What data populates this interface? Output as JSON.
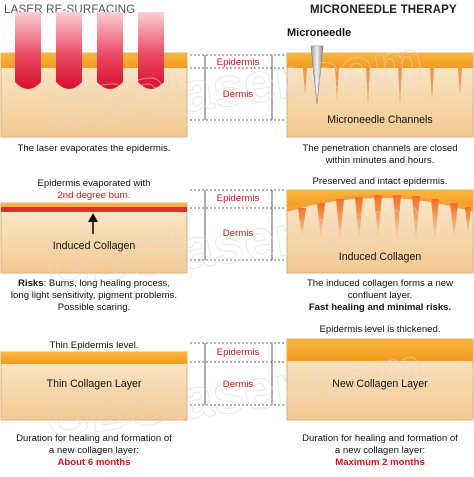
{
  "headers": {
    "left": "LASER RE-SURFACING",
    "right": "MICRONEEDLE THERAPY"
  },
  "layer_labels": {
    "epidermis": "Epidermis",
    "dermis": "Dermis"
  },
  "row1": {
    "left_caption": "The laser evaporates the epidermis.",
    "right_tool_label": "Microneedle",
    "right_panel_label": "Microneedle Channels",
    "right_caption_1": "The penetration channels are closed",
    "right_caption_2": "within minutes and hours."
  },
  "row2": {
    "left_top_1": "Epidermis evaporated with",
    "left_top_2": "2nd degree burn.",
    "left_panel_label": "Induced Collagen",
    "right_top": "Preserved and intact epidermis.",
    "right_panel_label": "Induced Collagen",
    "left_risk_lead": "Risks",
    "left_risk_1": ": Burns, long healing process,",
    "left_risk_2": "long light sensitivity, pigment problems.",
    "left_risk_3": "Possible scaring.",
    "right_caption_1": "The induced collagen forms a new",
    "right_caption_2": "confluent layer.",
    "right_caption_3": "Fast healing and minimal risks."
  },
  "row3": {
    "left_top": "Thin Epidermis level.",
    "left_panel_label": "Thin Collagen Layer",
    "right_top": "Epidermis level is thickened.",
    "right_panel_label": "New Collagen Layer",
    "left_caption_1": "Duration for healing and formation of",
    "left_caption_2": "a new collagen layer:",
    "left_caption_3": "About 6 months",
    "right_caption_1": "Duration for healing and formation of",
    "right_caption_2": "a new collagen layer:",
    "right_caption_3": "Maximum 2 months"
  },
  "watermark": "GBSlaser.com",
  "colors": {
    "skin_top": "#fae4c6",
    "skin_bottom": "#f4cd98",
    "epidermis": "#f9a42a",
    "laser_red": "#e01030",
    "burn_red": "#e23020",
    "label_red": "#d8131a"
  }
}
